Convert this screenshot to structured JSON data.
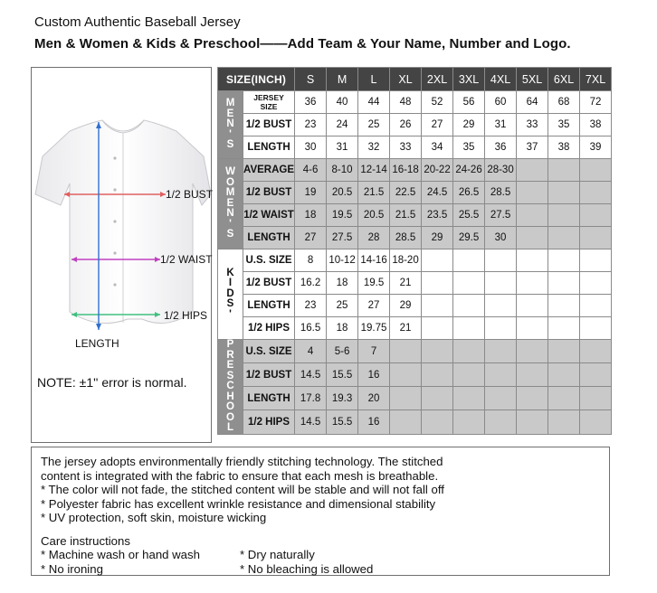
{
  "header": {
    "title": "Custom Authentic Baseball Jersey",
    "subtitle": "Men & Women & Kids & Preschool——Add Team & Your Name, Number and Logo."
  },
  "diagram": {
    "labels": {
      "bust": "1/2 BUST",
      "waist": "1/2 WAIST",
      "hips": "1/2 HIPS",
      "length": "LENGTH"
    },
    "note": "NOTE:  ±1'' error is normal.",
    "colors": {
      "bust": "#e06060",
      "waist": "#c040c0",
      "hips": "#40c080",
      "length": "#3070d0"
    },
    "icons": [
      "jersey-icon"
    ]
  },
  "table": {
    "header_first": "SIZE(INCH)",
    "sizes": [
      "S",
      "M",
      "L",
      "XL",
      "2XL",
      "3XL",
      "4XL",
      "5XL",
      "6XL",
      "7XL"
    ],
    "groups": [
      {
        "name": "M\nE\nN\n'\nS",
        "style": "gray",
        "rows": [
          {
            "label": "JERSEY SIZE",
            "small": true,
            "values": [
              "36",
              "40",
              "44",
              "48",
              "52",
              "56",
              "60",
              "64",
              "68",
              "72"
            ]
          },
          {
            "label": "1/2 BUST",
            "values": [
              "23",
              "24",
              "25",
              "26",
              "27",
              "29",
              "31",
              "33",
              "35",
              "38"
            ]
          },
          {
            "label": "LENGTH",
            "values": [
              "30",
              "31",
              "32",
              "33",
              "34",
              "35",
              "36",
              "37",
              "38",
              "39"
            ]
          }
        ]
      },
      {
        "name": "W\nO\nM\nE\nN\n'\nS",
        "style": "gray",
        "shaded": true,
        "rows": [
          {
            "label": "AVERAGE",
            "values": [
              "4-6",
              "8-10",
              "12-14",
              "16-18",
              "20-22",
              "24-26",
              "28-30",
              "",
              "",
              ""
            ]
          },
          {
            "label": "1/2 BUST",
            "values": [
              "19",
              "20.5",
              "21.5",
              "22.5",
              "24.5",
              "26.5",
              "28.5",
              "",
              "",
              ""
            ]
          },
          {
            "label": "1/2 WAIST",
            "values": [
              "18",
              "19.5",
              "20.5",
              "21.5",
              "23.5",
              "25.5",
              "27.5",
              "",
              "",
              ""
            ]
          },
          {
            "label": "LENGTH",
            "values": [
              "27",
              "27.5",
              "28",
              "28.5",
              "29",
              "29.5",
              "30",
              "",
              "",
              ""
            ]
          }
        ]
      },
      {
        "name": "K\nI\nD\nS\n'",
        "style": "white",
        "rows": [
          {
            "label": "U.S. SIZE",
            "values": [
              "8",
              "10-12",
              "14-16",
              "18-20",
              "",
              "",
              "",
              "",
              "",
              ""
            ]
          },
          {
            "label": "1/2 BUST",
            "values": [
              "16.2",
              "18",
              "19.5",
              "21",
              "",
              "",
              "",
              "",
              "",
              ""
            ]
          },
          {
            "label": "LENGTH",
            "values": [
              "23",
              "25",
              "27",
              "29",
              "",
              "",
              "",
              "",
              "",
              ""
            ]
          },
          {
            "label": "1/2 HIPS",
            "values": [
              "16.5",
              "18",
              "19.75",
              "21",
              "",
              "",
              "",
              "",
              "",
              ""
            ]
          }
        ]
      },
      {
        "name": "P\nR\nE\nS\nC\nH\nO\nO\nL",
        "style": "gray",
        "shaded": true,
        "rows": [
          {
            "label": "U.S. SIZE",
            "values": [
              "4",
              "5-6",
              "7",
              "",
              "",
              "",
              "",
              "",
              "",
              ""
            ]
          },
          {
            "label": "1/2 BUST",
            "values": [
              "14.5",
              "15.5",
              "16",
              "",
              "",
              "",
              "",
              "",
              "",
              ""
            ]
          },
          {
            "label": "LENGTH",
            "values": [
              "17.8",
              "19.3",
              "20",
              "",
              "",
              "",
              "",
              "",
              "",
              ""
            ]
          },
          {
            "label": "1/2 HIPS",
            "values": [
              "14.5",
              "15.5",
              "16",
              "",
              "",
              "",
              "",
              "",
              "",
              ""
            ]
          }
        ]
      }
    ]
  },
  "description": {
    "lines": [
      "The jersey adopts environmentally friendly stitching technology. The stitched",
      "content is integrated with the fabric to ensure that each mesh is breathable.",
      "* The color will not fade, the stitched content will be stable and will not fall off",
      "* Polyester fabric has excellent wrinkle resistance and dimensional stability",
      "* UV protection, soft skin, moisture wicking"
    ],
    "care_title": "Care instructions",
    "care": [
      [
        "* Machine wash or hand wash",
        "* Dry naturally"
      ],
      [
        "* No ironing",
        "* No bleaching is allowed"
      ]
    ]
  }
}
